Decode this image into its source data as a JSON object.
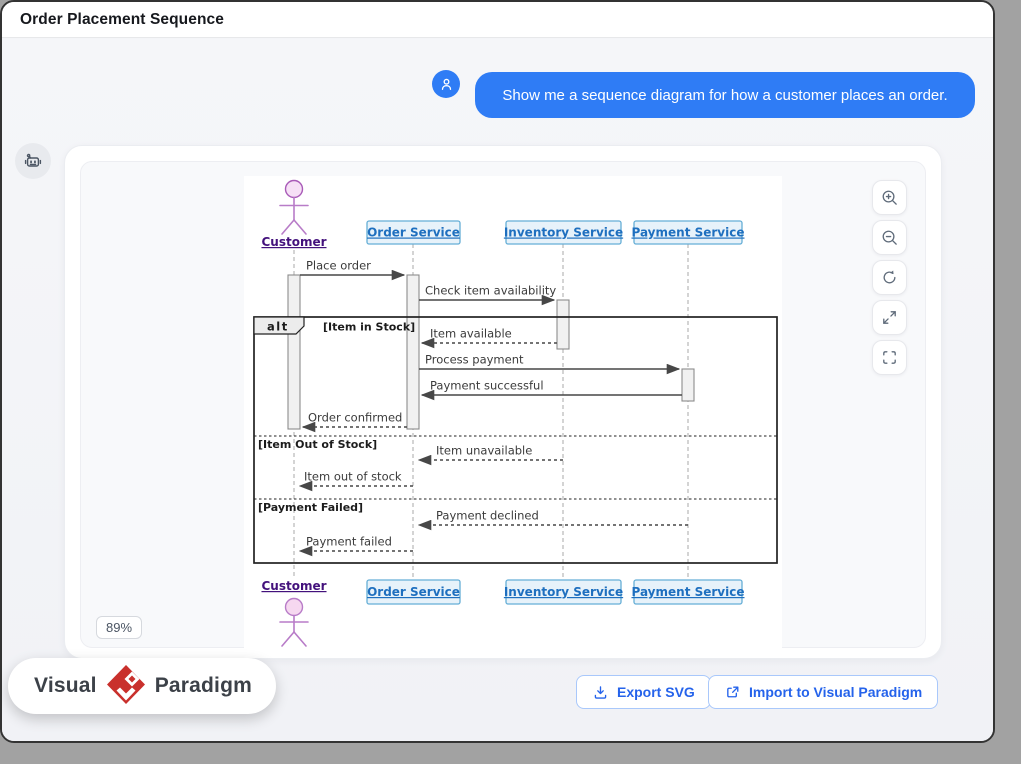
{
  "window": {
    "title": "Order Placement Sequence"
  },
  "chat": {
    "user_message": "Show me a sequence diagram for how a customer places an order."
  },
  "viewer": {
    "zoom_percent": "89%",
    "controls": [
      {
        "name": "zoom-in"
      },
      {
        "name": "zoom-out"
      },
      {
        "name": "reset-view"
      },
      {
        "name": "fit-to-screen"
      },
      {
        "name": "fullscreen"
      }
    ]
  },
  "footer": {
    "export_button_label": "Export SVG",
    "import_button_label": "Import to Visual Paradigm",
    "brand_word1": "Visual",
    "brand_word2": "Paradigm"
  },
  "colors": {
    "accent_blue": "#2f7cf5",
    "button_text_blue": "#2563eb",
    "participant_fill": "#e7f2fa",
    "participant_border": "#65aed6",
    "participant_text": "#1e6fbf",
    "actor_purple": "#b87cc8",
    "actor_text": "#43117c",
    "brand_red": "#c9302c"
  },
  "diagram": {
    "participants": [
      {
        "name": "Customer",
        "type": "actor"
      },
      {
        "name": "Order Service",
        "type": "participant"
      },
      {
        "name": "Inventory Service",
        "type": "participant"
      },
      {
        "name": "Payment Service",
        "type": "participant"
      }
    ],
    "fragment": {
      "operator": "alt",
      "guard_in_stock": "[Item in Stock]",
      "guard_out_of_stock": "[Item Out of Stock]",
      "guard_payment_failed": "[Payment Failed]"
    },
    "messages": [
      {
        "label": "Place order",
        "from": "Customer",
        "to": "Order Service",
        "style": "solid"
      },
      {
        "label": "Check item availability",
        "from": "Order Service",
        "to": "Inventory Service",
        "style": "solid"
      },
      {
        "label": "Item available",
        "from": "Inventory Service",
        "to": "Order Service",
        "style": "dashed"
      },
      {
        "label": "Process payment",
        "from": "Order Service",
        "to": "Payment Service",
        "style": "solid"
      },
      {
        "label": "Payment successful",
        "from": "Payment Service",
        "to": "Order Service",
        "style": "solid"
      },
      {
        "label": "Order confirmed",
        "from": "Order Service",
        "to": "Customer",
        "style": "dashed"
      },
      {
        "label": "Item unavailable",
        "from": "Inventory Service",
        "to": "Order Service",
        "style": "dashed"
      },
      {
        "label": "Item out of stock",
        "from": "Order Service",
        "to": "Customer",
        "style": "dashed"
      },
      {
        "label": "Payment declined",
        "from": "Payment Service",
        "to": "Order Service",
        "style": "dashed"
      },
      {
        "label": "Payment failed",
        "from": "Order Service",
        "to": "Customer",
        "style": "dashed"
      }
    ]
  }
}
